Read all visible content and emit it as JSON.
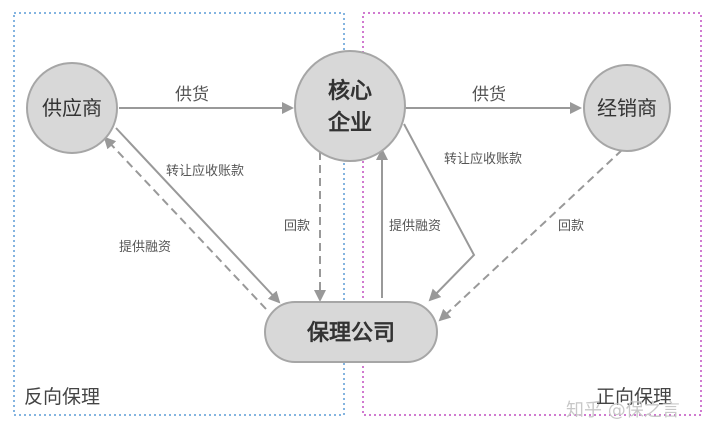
{
  "diagram": {
    "regions": {
      "left_label": "反向保理",
      "right_label": "正向保理",
      "left_color": "#5b9bd5",
      "right_color": "#c04fc0"
    },
    "nodes": {
      "supplier": "供应商",
      "core_line1": "核心",
      "core_line2": "企业",
      "distributor": "经销商",
      "factoring": "保理公司"
    },
    "edges": {
      "supply_left": "供货",
      "supply_right": "供货",
      "transfer_receivable_left": "转让应收账款",
      "transfer_receivable_right": "转让应收账款",
      "provide_financing_left": "提供融资",
      "provide_financing_center": "提供融资",
      "repayment_center": "回款",
      "repayment_right": "回款"
    },
    "colors": {
      "node_fill": "#d8d8d8",
      "node_stroke": "#a6a6a6",
      "arrow": "#999999"
    }
  },
  "watermark": "知乎 @保之言"
}
